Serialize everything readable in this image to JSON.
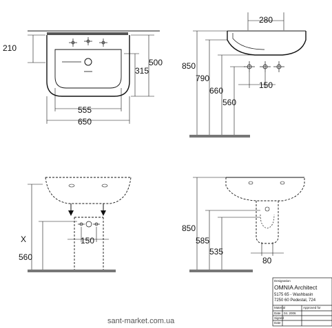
{
  "top_front": {
    "dims": {
      "d210": "210",
      "d500": "500",
      "d315": "315",
      "d555": "555",
      "d650": "650"
    }
  },
  "top_side": {
    "dims": {
      "d280": "280",
      "d850": "850",
      "d790": "790",
      "d660": "660",
      "d560": "560",
      "d150": "150"
    }
  },
  "bottom_front": {
    "dims": {
      "x": "X",
      "d560": "560",
      "d150": "150"
    }
  },
  "bottom_side": {
    "dims": {
      "d850": "850",
      "d585": "585",
      "d535": "535",
      "d80": "80"
    }
  },
  "title_block": {
    "designation_label": "Designation",
    "title": "OMNIA Architect",
    "line1": "5175 65 - Washbasin",
    "line2": "7250 60 Pedestal, 724",
    "row_labels": [
      "Material",
      "Date",
      "Signed",
      "Date"
    ],
    "approved_label": "Approved for",
    "date_value": "04. 2006"
  },
  "watermark": "sant-market.com.ua"
}
